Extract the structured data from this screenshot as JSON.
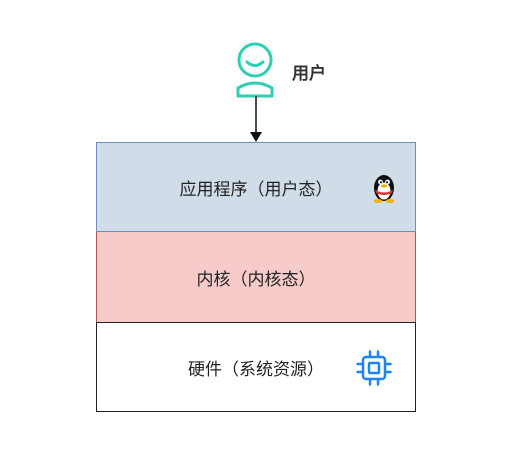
{
  "user": {
    "label": "用户",
    "icon": "user-icon",
    "color": "#2ecfb0"
  },
  "layers": [
    {
      "label": "应用程序（用户态）",
      "fill": "#d0dce8",
      "stroke": "#6c8ebf",
      "icon": "qq-penguin-icon"
    },
    {
      "label": "内核（内核态）",
      "fill": "#f7cbc9",
      "stroke": "#b85450"
    },
    {
      "label": "硬件（系统资源）",
      "fill": "#ffffff",
      "stroke": "#222222",
      "icon": "cpu-chip-icon"
    }
  ]
}
